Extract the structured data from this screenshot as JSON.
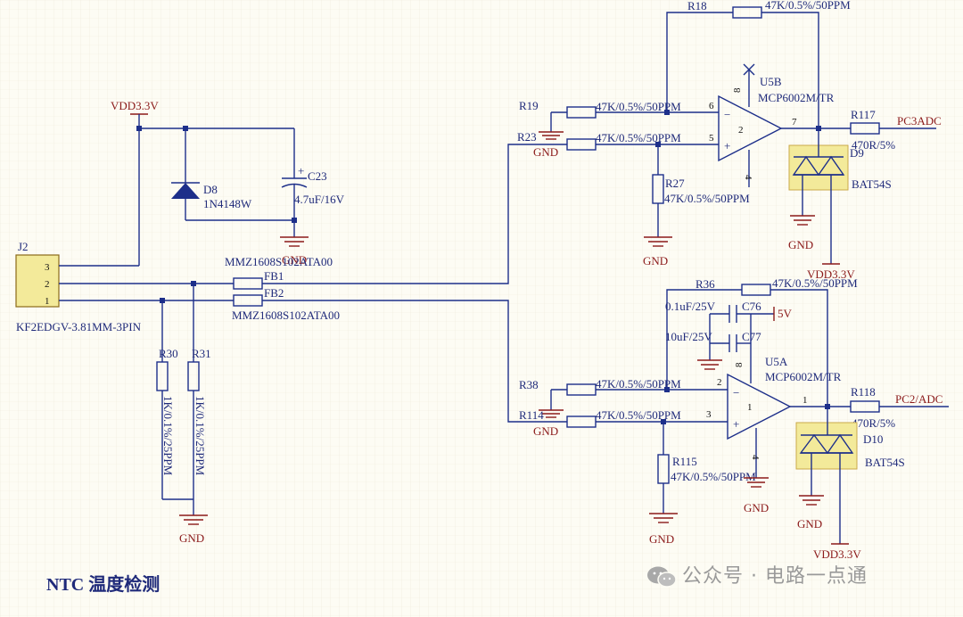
{
  "title": "NTC 温度检测",
  "watermark": "公众号 · 电路一点通",
  "nets": {
    "vdd_main": "VDD3.3V",
    "vdd_d9": "VDD3.3V",
    "vdd_d10": "VDD3.3V",
    "v5": "5V",
    "pc3": "PC3ADC",
    "pc2": "PC2/ADC",
    "gnd": "GND"
  },
  "connector": {
    "ref": "J2",
    "part": "KF2EDGV-3.81MM-3PIN",
    "pins": [
      "3",
      "2",
      "1"
    ]
  },
  "components": {
    "d8_ref": "D8",
    "d8_val": "1N4148W",
    "c23_ref": "C23",
    "c23_val": "4.7uF/16V",
    "c23_pol": "+",
    "fb1_ref": "FB1",
    "fb1_val": "MMZ1608S102ATA00",
    "fb2_ref": "FB2",
    "fb2_val": "MMZ1608S102ATA00",
    "r30_ref": "R30",
    "r30_val": "1K/0.1%/25PPM",
    "r31_ref": "R31",
    "r31_val": "1K/0.1%/25PPM",
    "r18_ref": "R18",
    "r18_val": "47K/0.5%/50PPM",
    "r19_ref": "R19",
    "r19_val": "47K/0.5%/50PPM",
    "r23_ref": "R23",
    "r23_val": "47K/0.5%/50PPM",
    "r27_ref": "R27",
    "r27_val": "47K/0.5%/50PPM",
    "r117_ref": "R117",
    "r117_val": "470R/5%",
    "d9_ref": "D9",
    "d9_val": "BAT54S",
    "u5b_ref": "U5B",
    "u5b_val": "MCP6002M/TR",
    "u5b_unit": "2",
    "u5b_pins": {
      "inv": "6",
      "noninv": "5",
      "out": "7",
      "vpos": "8",
      "vneg": "4"
    },
    "r36_ref": "R36",
    "r36_val": "47K/0.5%/50PPM",
    "c76_ref": "C76",
    "c76_val": "0.1uF/25V",
    "c77_ref": "C77",
    "c77_val": "10uF/25V",
    "r38_ref": "R38",
    "r38_val": "47K/0.5%/50PPM",
    "r114_ref": "R114",
    "r114_val": "47K/0.5%/50PPM",
    "r115_ref": "R115",
    "r115_val": "47K/0.5%/50PPM",
    "r118_ref": "R118",
    "r118_val": "470R/5%",
    "d10_ref": "D10",
    "d10_val": "BAT54S",
    "u5a_ref": "U5A",
    "u5a_val": "MCP6002M/TR",
    "u5a_unit": "1",
    "u5a_pins": {
      "inv": "2",
      "noninv": "3",
      "out": "1",
      "vpos": "8",
      "vneg": "4"
    }
  },
  "symbols": {
    "minus": "−",
    "plus": "+"
  },
  "colors": {
    "wire": "#1d2f8a",
    "label": "#1f2a7a",
    "net": "#8b1a1a",
    "diode_fill": "#f3ea9a",
    "background": "#fdfcf4"
  }
}
